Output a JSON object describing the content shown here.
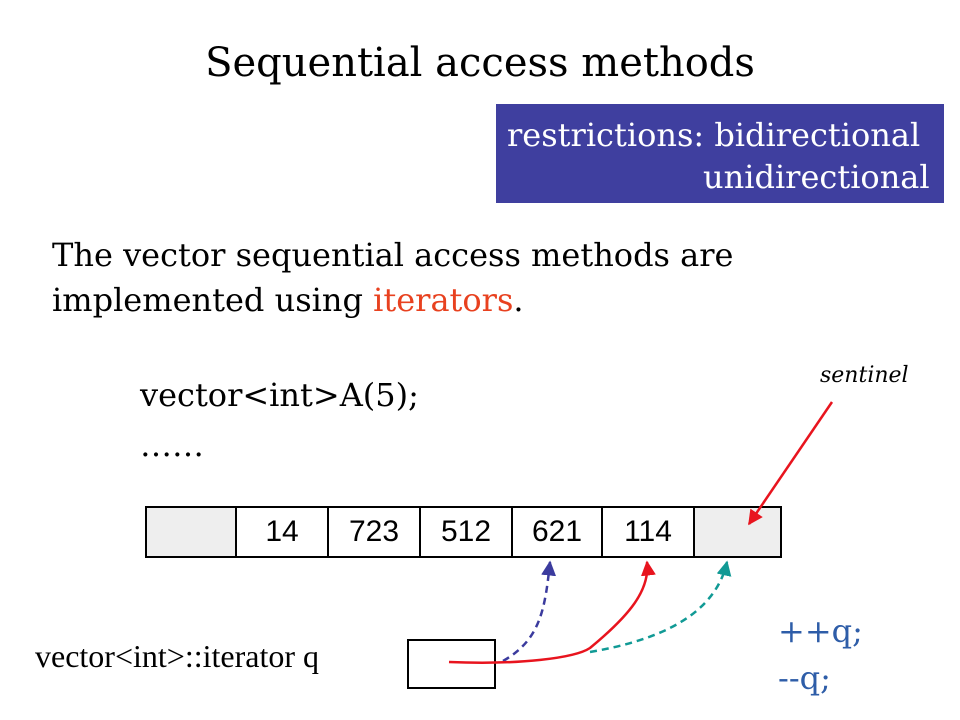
{
  "title": "Sequential access methods",
  "restrictions": {
    "line1": "restrictions: bidirectional",
    "line2": "unidirectional",
    "bg_color": "#3F3F9F"
  },
  "intro": {
    "line1": "The vector sequential access methods are",
    "line2_prefix": "implemented using ",
    "line2_highlight": "iterators",
    "line2_suffix": ".",
    "highlight_color": "#E8411F"
  },
  "code": {
    "line1": "vector<int>A(5);",
    "line2": "……"
  },
  "vector_cells": [
    "",
    "14",
    "723",
    "512",
    "621",
    "114",
    ""
  ],
  "sentinel_label": "sentinel",
  "iterator_declaration": "vector<int>::iterator q",
  "operations": [
    "++q;",
    "--q;"
  ],
  "arrow_colors": {
    "solid": "#E8141E",
    "dashed_blue": "#3B3B9E",
    "dashed_teal": "#119A95"
  }
}
